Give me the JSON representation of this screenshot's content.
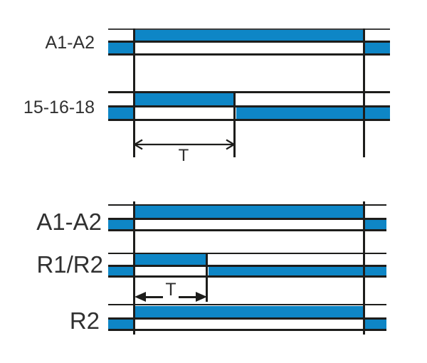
{
  "colors": {
    "signal_blue": "#0e86c6",
    "line_black": "#1d1d1b",
    "label_color": "#303030"
  },
  "top_diagram": {
    "rows": [
      {
        "label": "A1-A2",
        "pattern": [
          "off",
          "on",
          "off"
        ]
      },
      {
        "label": "15-16-18",
        "pattern": [
          "off",
          "on",
          "off"
        ]
      }
    ],
    "interval_label": "T"
  },
  "bottom_diagram": {
    "rows": [
      {
        "label": "A1-A2",
        "pattern": [
          "off",
          "on",
          "off"
        ]
      },
      {
        "label": "R1/R2",
        "pattern": [
          "off",
          "on",
          "off"
        ]
      },
      {
        "label": "R2",
        "pattern": [
          "off",
          "on",
          "off"
        ]
      }
    ],
    "interval_label": "T"
  }
}
